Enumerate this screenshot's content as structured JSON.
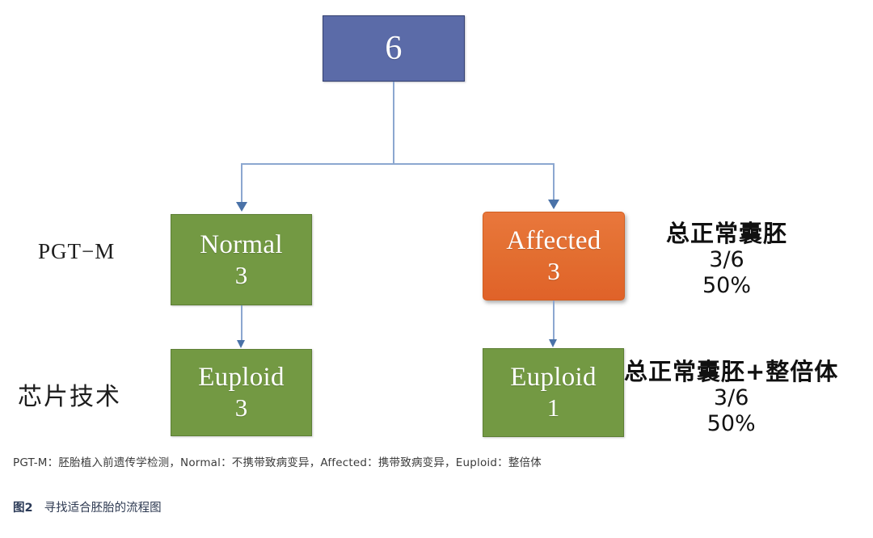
{
  "figure": {
    "root": {
      "title": "6",
      "count": ""
    },
    "nodes": {
      "normal": {
        "title": "Normal",
        "count": "3"
      },
      "affected": {
        "title": "Affected",
        "count": "3"
      },
      "euploid_left": {
        "title": "Euploid",
        "count": "3"
      },
      "euploid_right": {
        "title": "Euploid",
        "count": "1"
      }
    },
    "row_labels": {
      "pgt_m": "PGT−M",
      "chip": "芯片技术"
    },
    "annotations": {
      "top": {
        "heading": "总正常囊胚",
        "fraction": "3/6",
        "percent": "50%"
      },
      "bottom": {
        "heading": "总正常囊胚+整倍体",
        "fraction": "3/6",
        "percent": "50%"
      }
    },
    "footnote": "PGT-M：胚胎植入前遗传学检测，Normal：不携带致病变异，Affected：携带致病变异，Euploid：整倍体",
    "caption": {
      "tag": "图2",
      "text": "寻找适合胚胎的流程图"
    },
    "colors": {
      "root_fill": "#5b6ba8",
      "green_fill": "#739943",
      "orange_fill": "#e36f31",
      "connector": "#8ca7d0",
      "arrow": "#4a72a8",
      "caption_text": "#2e3a52"
    }
  },
  "chart_data": {
    "type": "diagram",
    "title": "寻找适合胚胎的流程图",
    "nodes": [
      {
        "id": "root",
        "label": "6",
        "value": 6,
        "level": 0,
        "color": "#5b6ba8"
      },
      {
        "id": "normal",
        "label": "Normal",
        "value": 3,
        "level": 1,
        "color": "#739943"
      },
      {
        "id": "affected",
        "label": "Affected",
        "value": 3,
        "level": 1,
        "color": "#e36f31"
      },
      {
        "id": "euploid_left",
        "label": "Euploid",
        "value": 3,
        "level": 2,
        "color": "#739943"
      },
      {
        "id": "euploid_right",
        "label": "Euploid",
        "value": 1,
        "level": 2,
        "color": "#739943"
      }
    ],
    "edges": [
      {
        "from": "root",
        "to": "normal"
      },
      {
        "from": "root",
        "to": "affected"
      },
      {
        "from": "normal",
        "to": "euploid_left"
      },
      {
        "from": "affected",
        "to": "euploid_right"
      }
    ],
    "row_labels": [
      "PGT−M",
      "芯片技术"
    ],
    "summaries": [
      {
        "label": "总正常囊胚",
        "fraction": "3/6",
        "percent": 50
      },
      {
        "label": "总正常囊胚+整倍体",
        "fraction": "3/6",
        "percent": 50
      }
    ]
  }
}
